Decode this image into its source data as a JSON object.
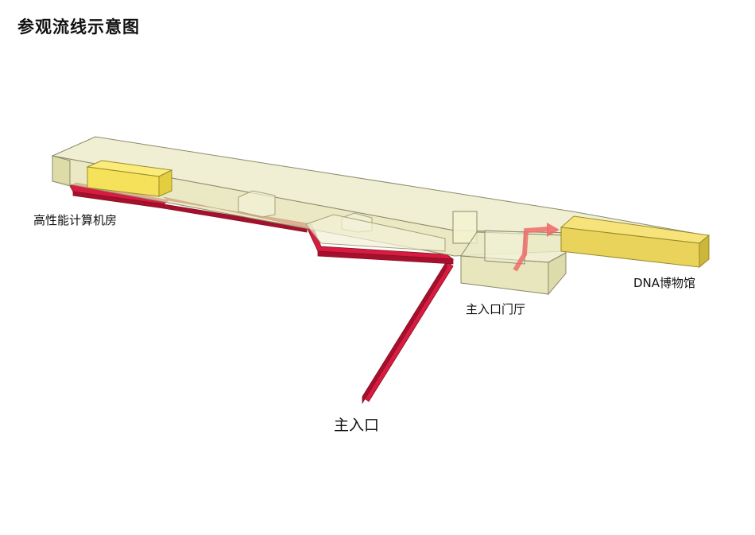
{
  "title": "参观流线示意图",
  "labels": {
    "hpc_room": "高性能计算机房",
    "dna_museum": "DNA博物馆",
    "main_lobby": "主入口门厅",
    "main_entrance": "主入口"
  },
  "colors": {
    "route": "#d81b40",
    "glass_volume": "#e3e2b0",
    "highlight_volume": "#f5e15a",
    "arrow": "#ee6b6b",
    "outline": "#8a8a6a"
  }
}
